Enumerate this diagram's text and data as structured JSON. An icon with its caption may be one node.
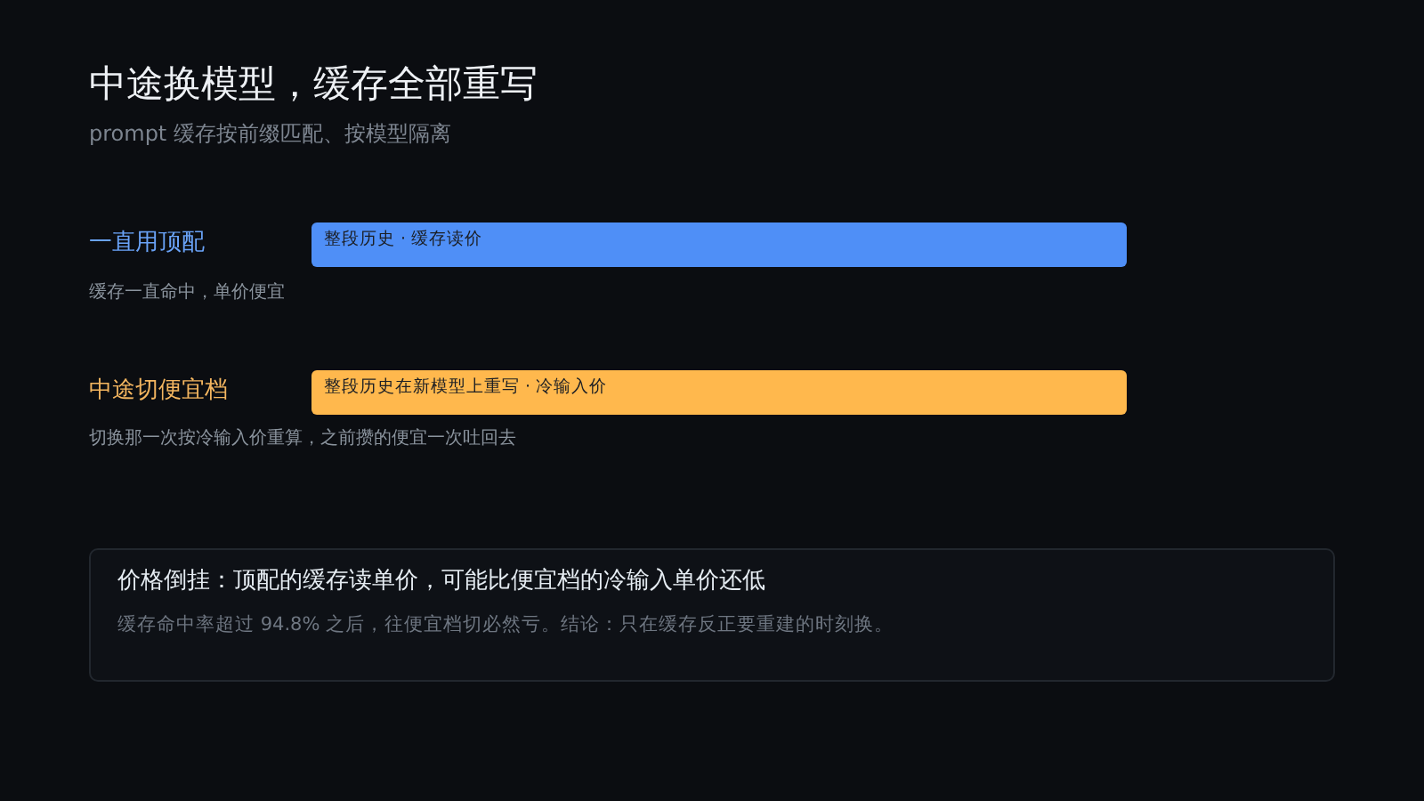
{
  "diagram": {
    "title": "中途换模型，缓存全部重写",
    "nodes": [
      {
        "text": [
          "整段历史 · 缓存读价"
        ],
        "beside": [
          "一直用顶配",
          "缓存一直命中，单价便宜"
        ]
      },
      {
        "text": [
          "整段历史在新模型上重写 · 冷输入价"
        ],
        "beside": [
          "中途切便宜档",
          "切换那一次按冷输入价重算，之前攒的便宜一次吐回去"
        ]
      },
      {
        "text": [
          "价格倒挂：顶配的缓存读单价，可能比便宜档的冷输入单价还低",
          "缓存命中率超过 94.8% 之后，往便宜档切必然亏。结论：只在缓存反正要重建的时刻换。"
        ]
      }
    ],
    "labels": [
      "prompt 缓存按前缀匹配、按模型隔离"
    ]
  }
}
